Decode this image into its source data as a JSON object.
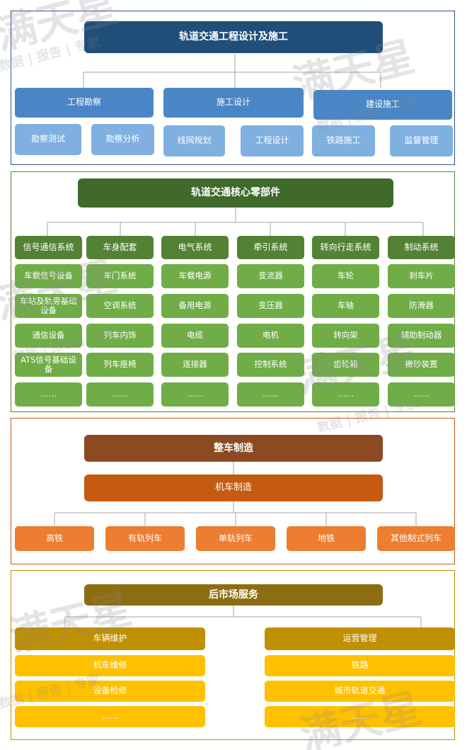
{
  "colors": {
    "blue_dark": "#1f4e79",
    "blue_mid": "#4a86c5",
    "blue_light": "#7fb0e0",
    "green_dark": "#3f6a2b",
    "green_mid": "#548235",
    "green_light": "#70ad47",
    "brown_dark": "#8b4a22",
    "orange_mid": "#c55a11",
    "orange_light": "#ed7d31",
    "gold_dark": "#8c6d12",
    "gold_mid": "#bf9000",
    "gold_light": "#ffc000"
  },
  "section1": {
    "title": "轨道交通工程设计及施工",
    "groups": [
      {
        "label": "工程勘察",
        "items": [
          "勘察测试",
          "勘察分析"
        ]
      },
      {
        "label": "施工设计",
        "items": [
          "线网规划",
          "工程设计"
        ]
      },
      {
        "label": "建设施工",
        "items": [
          "铁路施工",
          "监督管理"
        ]
      }
    ]
  },
  "section2": {
    "title": "轨道交通核心零部件",
    "columns": [
      {
        "label": "信号通信系统",
        "items": [
          "车载信号设备",
          "车站及轨旁基础设备",
          "通信设备",
          "ATS信号基础设备",
          "……"
        ]
      },
      {
        "label": "车身配套",
        "items": [
          "车门系统",
          "空调系统",
          "列车内饰",
          "列车座椅",
          "……"
        ]
      },
      {
        "label": "电气系统",
        "items": [
          "车载电源",
          "备用电源",
          "电缆",
          "连接器",
          "……"
        ]
      },
      {
        "label": "牵引系统",
        "items": [
          "变流器",
          "变压器",
          "电机",
          "控制系统",
          "……"
        ]
      },
      {
        "label": "转向行走系统",
        "items": [
          "车轮",
          "车轴",
          "转向架",
          "齿轮箱",
          "……"
        ]
      },
      {
        "label": "制动系统",
        "items": [
          "刹车片",
          "防滑器",
          "辅助制动器",
          "撒砂装置",
          "……"
        ]
      }
    ]
  },
  "section3": {
    "title": "整车制造",
    "subtitle": "机车制造",
    "items": [
      "高铁",
      "有轨列车",
      "单轨列车",
      "地铁",
      "其他制式列车"
    ]
  },
  "section4": {
    "title": "后市场服务",
    "columns": [
      {
        "label": "车辆维护",
        "items": [
          "机车维修",
          "设备检修",
          "……"
        ]
      },
      {
        "label": "运营管理",
        "items": [
          "铁路",
          "城市轨道交通",
          "……"
        ]
      }
    ]
  },
  "watermark": {
    "logo": "满天星",
    "tagline": "数据 | 报告 | 专家"
  }
}
